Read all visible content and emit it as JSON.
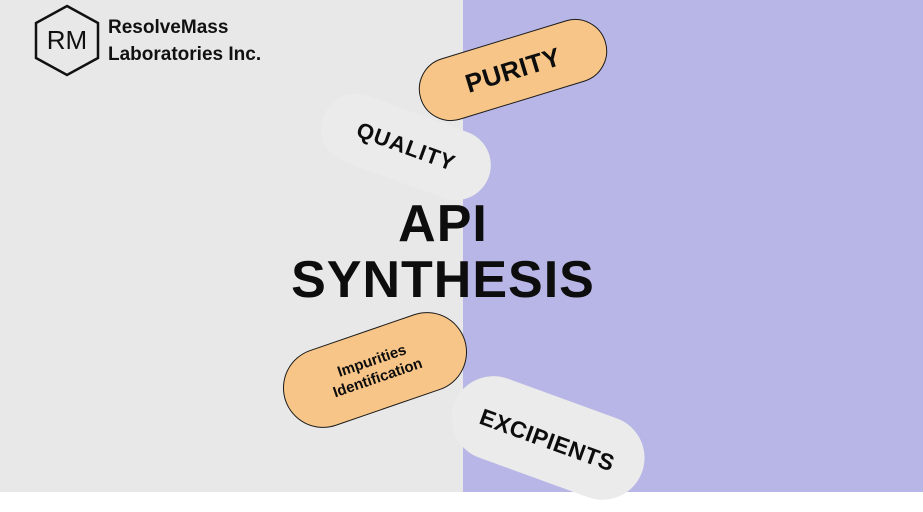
{
  "brand": {
    "monogram": "RM",
    "line1": "ResolveMass",
    "line2": "Laboratories Inc."
  },
  "title": {
    "line1": "API",
    "line2": "SYNTHESIS"
  },
  "tags": {
    "purity": "PURITY",
    "quality": "QUALITY",
    "impurities_line1": "Impurities",
    "impurities_line2": "Identification",
    "excipients": "EXCIPIENTS"
  },
  "colors": {
    "left_bg": "#e8e8e8",
    "right_bg": "#b7b6e6",
    "accent_orange": "#f7c587",
    "text": "#0d0d0d"
  }
}
